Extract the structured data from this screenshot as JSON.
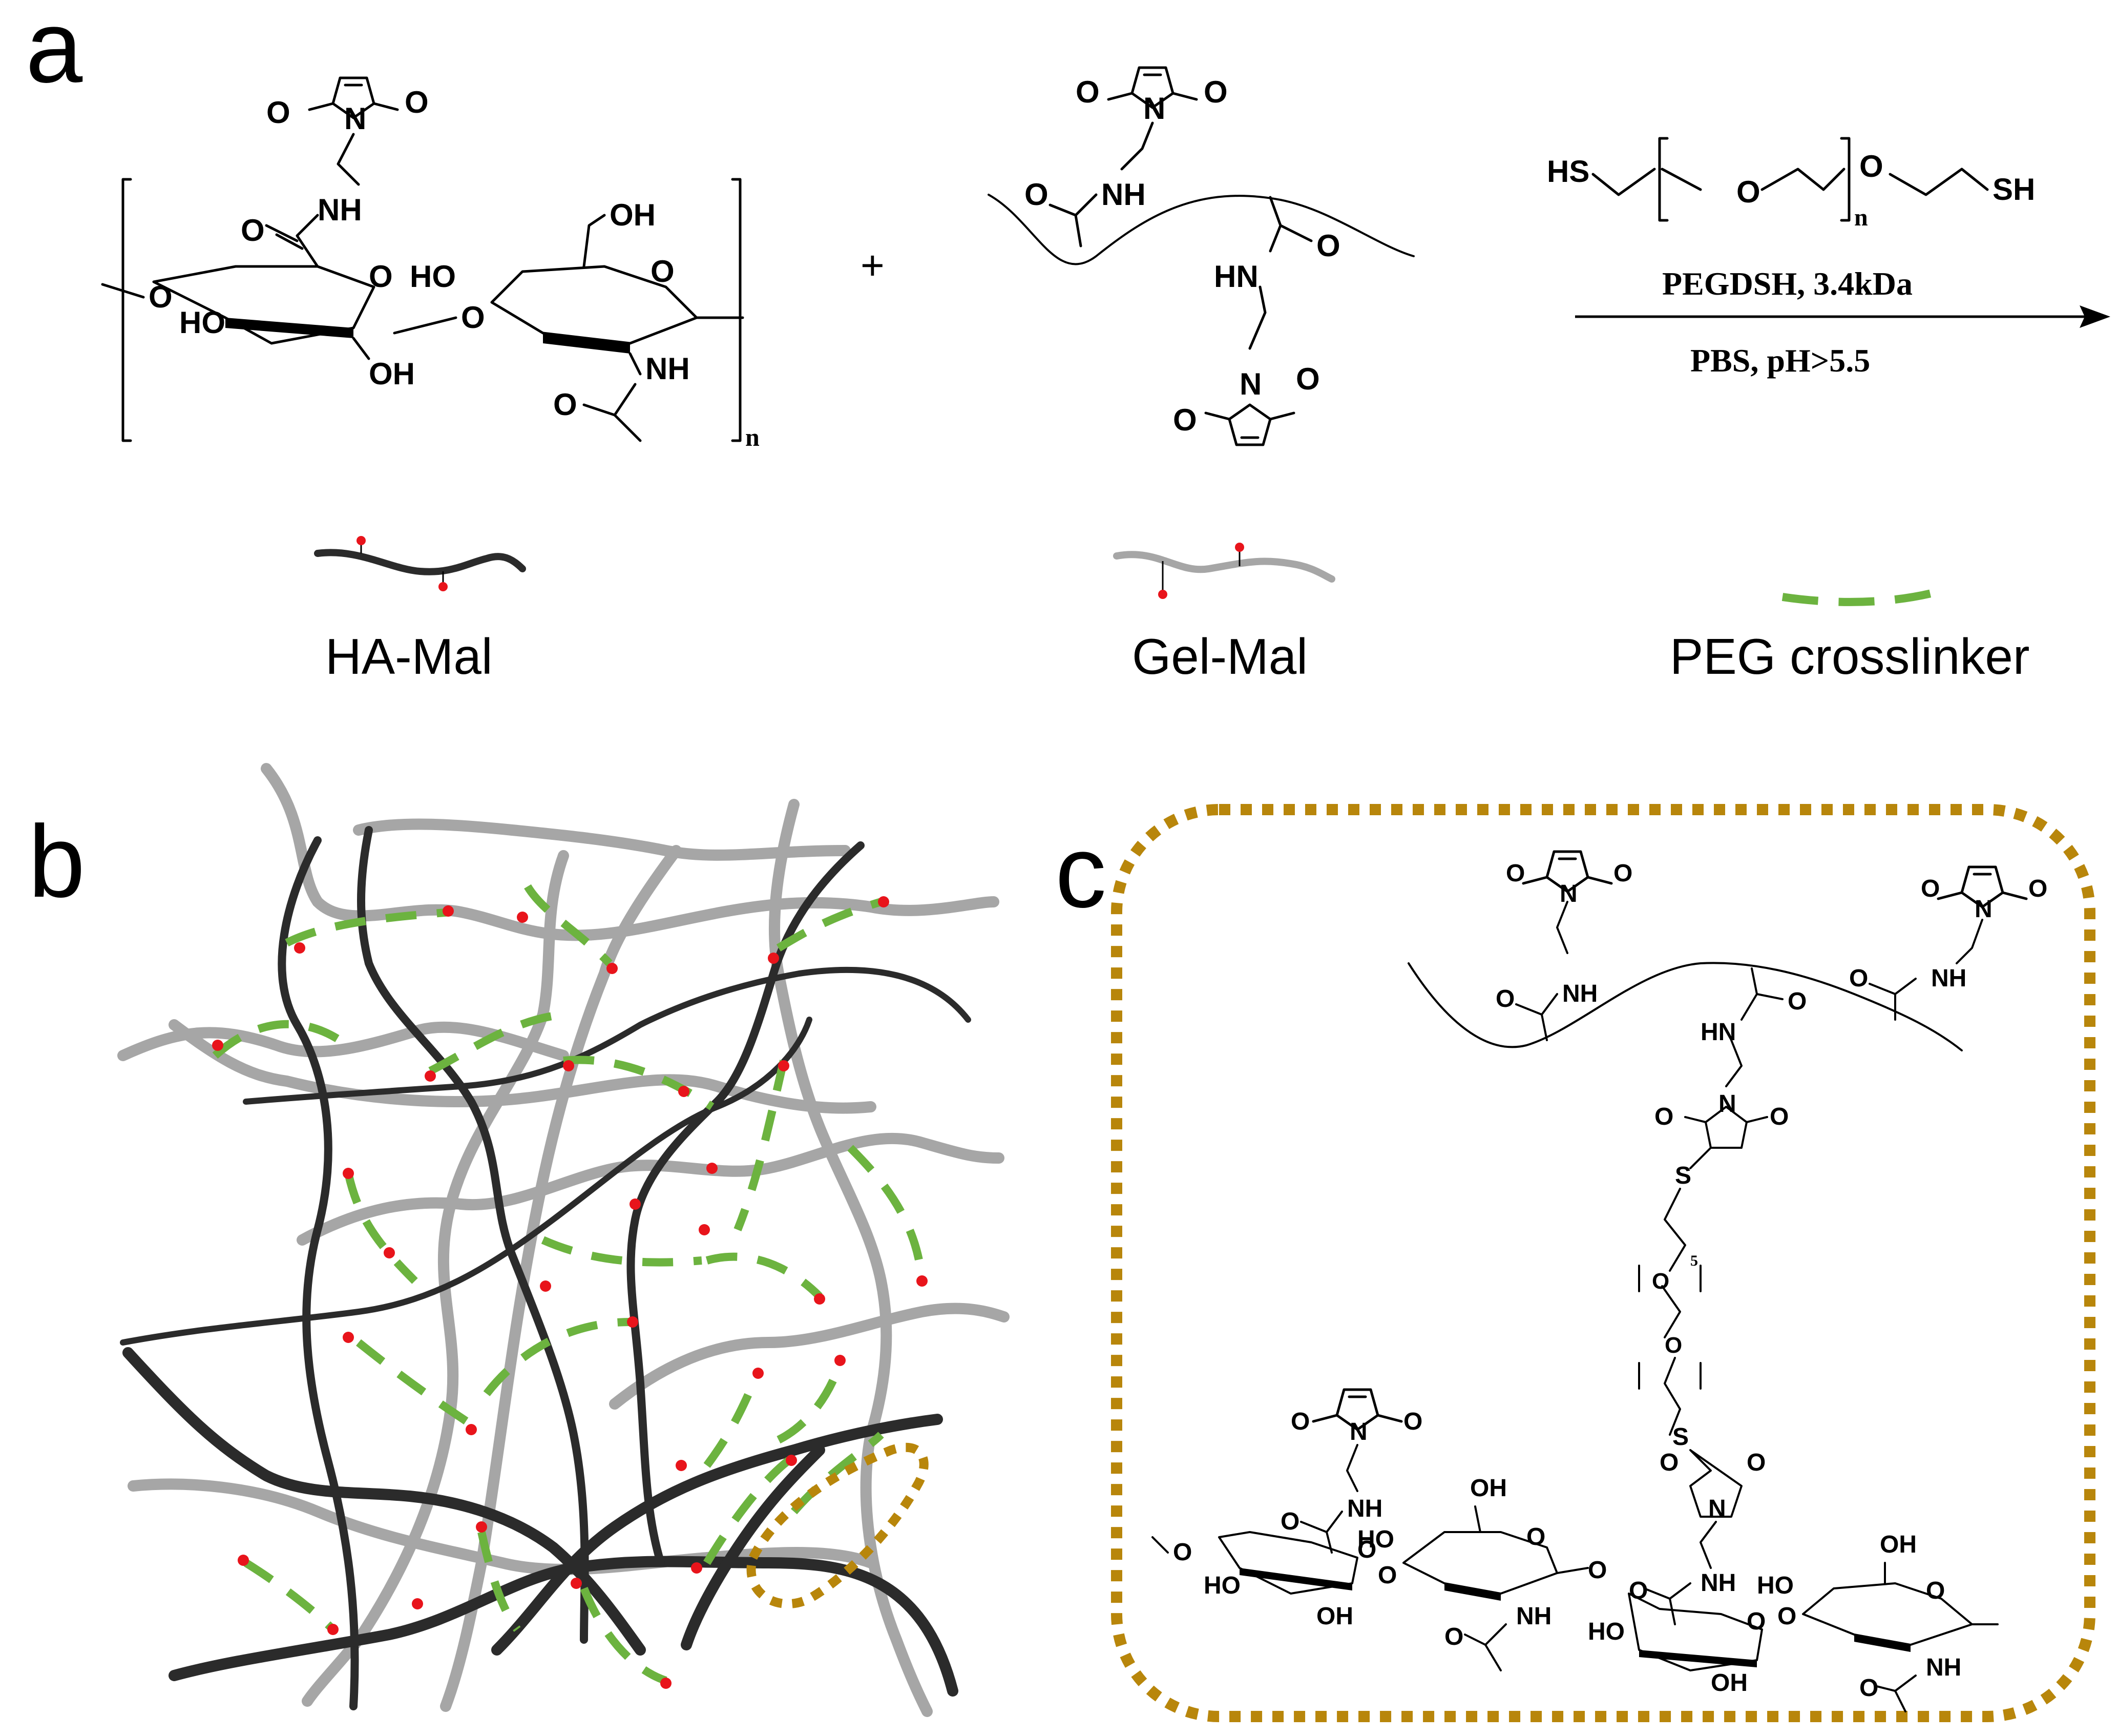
{
  "panels": {
    "a": {
      "label": "a",
      "plus": "+",
      "reagent_formula": {
        "hs_left": "HS",
        "o_mid": "O",
        "o_right": "O",
        "sh_right": "SH",
        "n_sub": "n"
      },
      "reagent_name": "PEGDSH, 3.4kDa",
      "conditions": "PBS, pH>5.5",
      "ha_mal": {
        "label": "HA-Mal",
        "repeat_sub": "n"
      },
      "gel_mal": {
        "label": "Gel-Mal"
      },
      "peg": {
        "label": "PEG crosslinker"
      }
    },
    "b": {
      "label": "b"
    },
    "c": {
      "label": "c",
      "peg_sub": "5"
    }
  },
  "atoms": {
    "O": "O",
    "N": "N",
    "NH": "NH",
    "HN": "HN",
    "OH": "OH",
    "HO": "HO",
    "S": "S"
  },
  "colors": {
    "ha_chain": "#2b2b2b",
    "gel_chain": "#a6a6a6",
    "peg_dash": "#6cb33f",
    "maleimide_dot": "#e8141b",
    "highlight_box": "#b8860b"
  }
}
